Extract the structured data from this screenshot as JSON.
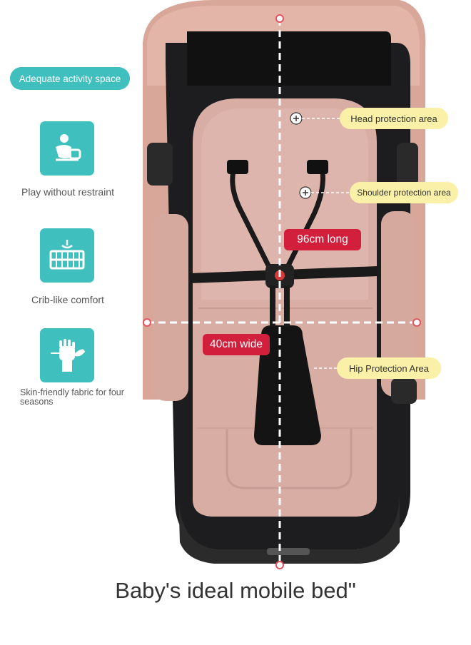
{
  "left_features": {
    "top_pill": "Adequate activity space",
    "items": [
      {
        "label": "Play without restraint",
        "icon": "baby-playing-icon"
      },
      {
        "label": "Crib-like comfort",
        "icon": "crib-icon"
      },
      {
        "label": "Skin-friendly fabric for four seasons",
        "icon": "hand-holding-leaf-icon"
      }
    ]
  },
  "callouts": {
    "head": "Head protection area",
    "shoulder": "Shoulder protection area",
    "hip": "Hip Protection Area"
  },
  "dimensions": {
    "length": "96cm long",
    "width": "40cm wide"
  },
  "caption": "Baby's ideal mobile bed\"",
  "colors": {
    "teal": "#3fbfbd",
    "callout_yellow": "#fbf0a8",
    "dim_red": "#d21f3c",
    "seat_pink": "#d8ada4",
    "frame_black": "#1d1d1f"
  }
}
